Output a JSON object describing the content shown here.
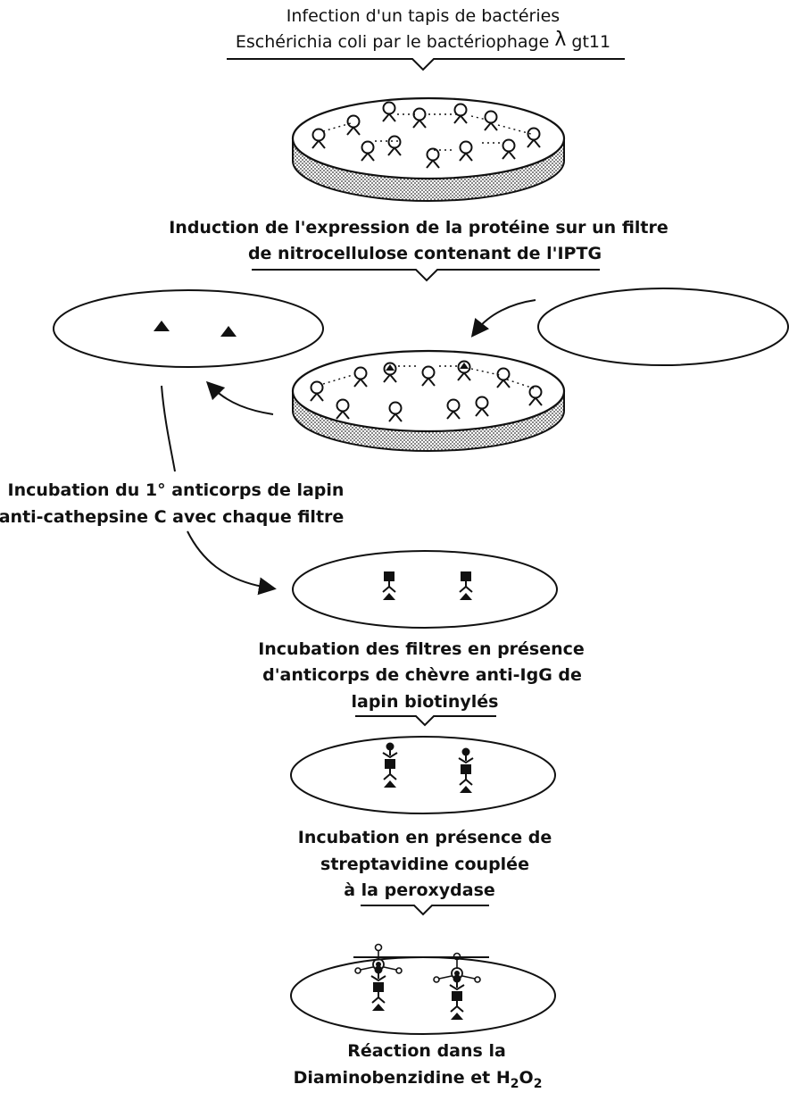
{
  "steps": {
    "s1": {
      "line1": "Infection d'un tapis de bactéries",
      "line2a": "Eschérichia coli par le bactériophage ",
      "lambda": "λ",
      "line2b": " gt11"
    },
    "s2": {
      "line1": "Induction de l'expression de la protéine sur un filtre",
      "line2": "de nitrocellulose contenant de l'IPTG"
    },
    "s3": {
      "line1": "Incubation du 1° anticorps de lapin",
      "line2": "anti-cathepsine C avec chaque filtre"
    },
    "s4": {
      "line1": "Incubation des filtres en présence",
      "line2": "d'anticorps de chèvre anti-IgG de",
      "line3": "lapin biotinylés"
    },
    "s5": {
      "line1": "Incubation en présence de",
      "line2": "streptavidine couplée",
      "line3": "à la peroxydase"
    },
    "s6": {
      "line1": "Réaction dans la",
      "line2a": "Diaminobenzidine et H",
      "sub1": "2",
      "line2b": "O",
      "sub2": "2"
    }
  },
  "colors": {
    "ink": "#111111",
    "paper": "#ffffff",
    "dish_side": "#9a9a9a"
  }
}
